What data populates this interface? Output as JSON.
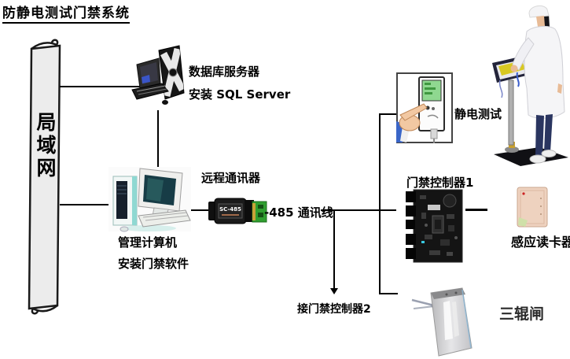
{
  "title": "防静电测试门禁系统",
  "lan_bar": {
    "label": "局域网"
  },
  "database_server": {
    "title": "数据库服务器",
    "subtitle": "安装 SQL Server"
  },
  "management_computer": {
    "title": "管理计算机",
    "subtitle": "安装门禁软件"
  },
  "remote_communicator": {
    "title": "远程通讯器",
    "device_text": "SC-485"
  },
  "rs485_line": {
    "label": "-485 通讯线"
  },
  "branch": {
    "label": "接门禁控制器2"
  },
  "static_test": {
    "label": "静电测试"
  },
  "controller1": {
    "label": "门禁控制器1"
  },
  "card_reader": {
    "label": "感应读卡器"
  },
  "turnstile": {
    "label": "三辊闸"
  },
  "colors": {
    "line": "#000000",
    "lan_fill": "#ececec",
    "pcb_green": "#2f9e2f",
    "screen_green": "#8fd890",
    "reader_beige": "#eed2bf",
    "accent_teal": "#8fd8d2",
    "pants_blue": "#2a3560",
    "platform_black": "#101014",
    "panel_yellow": "#d8c822",
    "sleeve_blue": "#3a66c8"
  }
}
